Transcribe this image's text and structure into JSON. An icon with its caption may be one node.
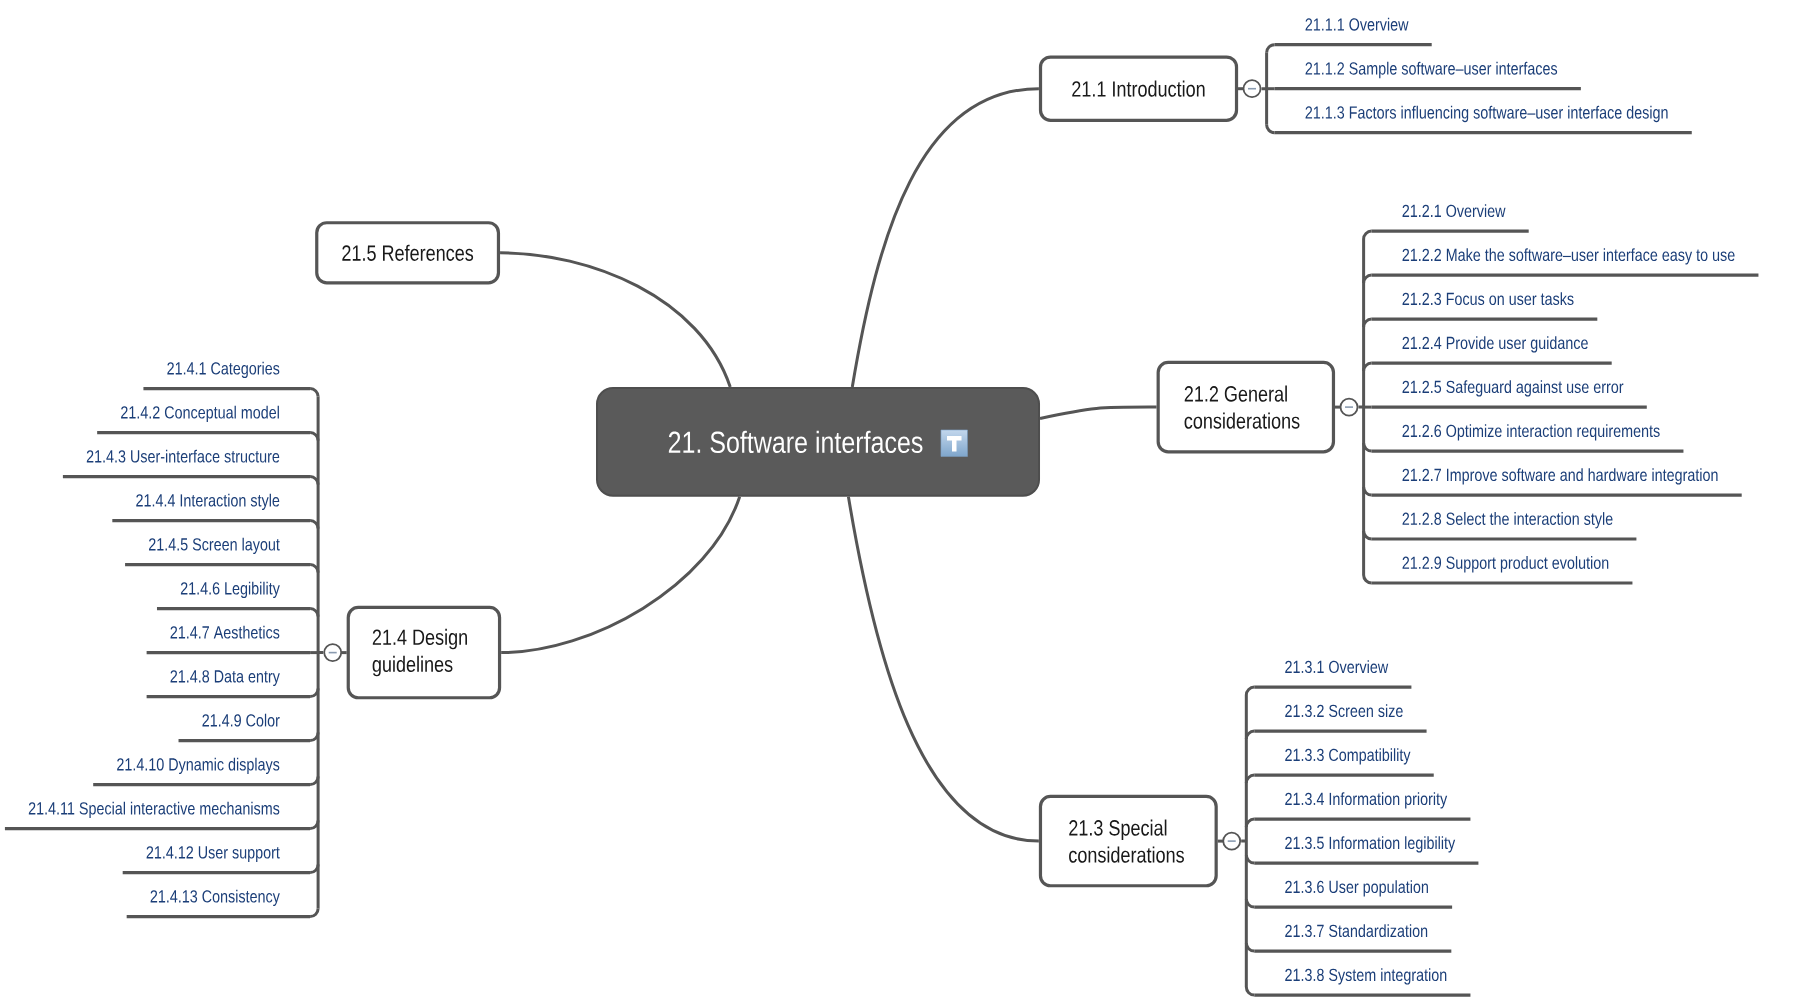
{
  "diagram": {
    "nodes": [
      {
        "text": [
          "21. Software interfaces"
        ]
      },
      {
        "text": [
          "21.1 Introduction"
        ]
      },
      {
        "text": [
          "21.1.1 Overview"
        ]
      },
      {
        "text": [
          "21.1.2 Sample software–user interfaces"
        ]
      },
      {
        "text": [
          "21.1.3 Factors influencing software–user interface design"
        ]
      },
      {
        "text": [
          "21.2 General considerations"
        ]
      },
      {
        "text": [
          "21.2.1 Overview"
        ]
      },
      {
        "text": [
          "21.2.2 Make the software–user interface easy to use"
        ]
      },
      {
        "text": [
          "21.2.3 Focus on user tasks"
        ]
      },
      {
        "text": [
          "21.2.4 Provide user guidance"
        ]
      },
      {
        "text": [
          "21.2.5 Safeguard against use error"
        ]
      },
      {
        "text": [
          "21.2.6 Optimize interaction requirements"
        ]
      },
      {
        "text": [
          "21.2.7 Improve software and hardware integration"
        ]
      },
      {
        "text": [
          "21.2.8 Select the interaction style"
        ]
      },
      {
        "text": [
          "21.2.9 Support product evolution"
        ]
      },
      {
        "text": [
          "21.3 Special considerations"
        ]
      },
      {
        "text": [
          "21.3.1 Overview"
        ]
      },
      {
        "text": [
          "21.3.2 Screen size"
        ]
      },
      {
        "text": [
          "21.3.3 Compatibility"
        ]
      },
      {
        "text": [
          "21.3.4 Information priority"
        ]
      },
      {
        "text": [
          "21.3.5 Information legibility"
        ]
      },
      {
        "text": [
          "21.3.6 User population"
        ]
      },
      {
        "text": [
          "21.3.7 Standardization"
        ]
      },
      {
        "text": [
          "21.3.8 System integration"
        ]
      },
      {
        "text": [
          "21.4 Design guidelines"
        ]
      },
      {
        "text": [
          "21.4.1 Categories"
        ]
      },
      {
        "text": [
          "21.4.2 Conceptual model"
        ]
      },
      {
        "text": [
          "21.4.3 User-interface structure"
        ]
      },
      {
        "text": [
          "21.4.4 Interaction style"
        ]
      },
      {
        "text": [
          "21.4.5 Screen layout"
        ]
      },
      {
        "text": [
          "21.4.6 Legibility"
        ]
      },
      {
        "text": [
          "21.4.7 Aesthetics"
        ]
      },
      {
        "text": [
          "21.4.8 Data entry"
        ]
      },
      {
        "text": [
          "21.4.9 Color"
        ]
      },
      {
        "text": [
          "21.4.10 Dynamic displays"
        ]
      },
      {
        "text": [
          "21.4.11 Special interactive mechanisms"
        ]
      },
      {
        "text": [
          "21.4.12 User support"
        ]
      },
      {
        "text": [
          "21.4.13 Consistency"
        ]
      },
      {
        "text": [
          "21.5 References"
        ]
      }
    ],
    "edges": [
      {
        "from": 0,
        "to": 1,
        "arrow": "none"
      },
      {
        "from": 1,
        "to": 2,
        "arrow": "none"
      },
      {
        "from": 1,
        "to": 3,
        "arrow": "none"
      },
      {
        "from": 1,
        "to": 4,
        "arrow": "none"
      },
      {
        "from": 0,
        "to": 5,
        "arrow": "none"
      },
      {
        "from": 5,
        "to": 6,
        "arrow": "none"
      },
      {
        "from": 5,
        "to": 7,
        "arrow": "none"
      },
      {
        "from": 5,
        "to": 8,
        "arrow": "none"
      },
      {
        "from": 5,
        "to": 9,
        "arrow": "none"
      },
      {
        "from": 5,
        "to": 10,
        "arrow": "none"
      },
      {
        "from": 5,
        "to": 11,
        "arrow": "none"
      },
      {
        "from": 5,
        "to": 12,
        "arrow": "none"
      },
      {
        "from": 5,
        "to": 13,
        "arrow": "none"
      },
      {
        "from": 5,
        "to": 14,
        "arrow": "none"
      },
      {
        "from": 0,
        "to": 15,
        "arrow": "none"
      },
      {
        "from": 15,
        "to": 16,
        "arrow": "none"
      },
      {
        "from": 15,
        "to": 17,
        "arrow": "none"
      },
      {
        "from": 15,
        "to": 18,
        "arrow": "none"
      },
      {
        "from": 15,
        "to": 19,
        "arrow": "none"
      },
      {
        "from": 15,
        "to": 20,
        "arrow": "none"
      },
      {
        "from": 15,
        "to": 21,
        "arrow": "none"
      },
      {
        "from": 15,
        "to": 22,
        "arrow": "none"
      },
      {
        "from": 15,
        "to": 23,
        "arrow": "none"
      },
      {
        "from": 0,
        "to": 24,
        "arrow": "none"
      },
      {
        "from": 24,
        "to": 25,
        "arrow": "none"
      },
      {
        "from": 24,
        "to": 26,
        "arrow": "none"
      },
      {
        "from": 24,
        "to": 27,
        "arrow": "none"
      },
      {
        "from": 24,
        "to": 28,
        "arrow": "none"
      },
      {
        "from": 24,
        "to": 29,
        "arrow": "none"
      },
      {
        "from": 24,
        "to": 30,
        "arrow": "none"
      },
      {
        "from": 24,
        "to": 31,
        "arrow": "none"
      },
      {
        "from": 24,
        "to": 32,
        "arrow": "none"
      },
      {
        "from": 24,
        "to": 33,
        "arrow": "none"
      },
      {
        "from": 24,
        "to": 34,
        "arrow": "none"
      },
      {
        "from": 24,
        "to": 35,
        "arrow": "none"
      },
      {
        "from": 24,
        "to": 36,
        "arrow": "none"
      },
      {
        "from": 24,
        "to": 37,
        "arrow": "none"
      },
      {
        "from": 0,
        "to": 38,
        "arrow": "none"
      }
    ]
  }
}
